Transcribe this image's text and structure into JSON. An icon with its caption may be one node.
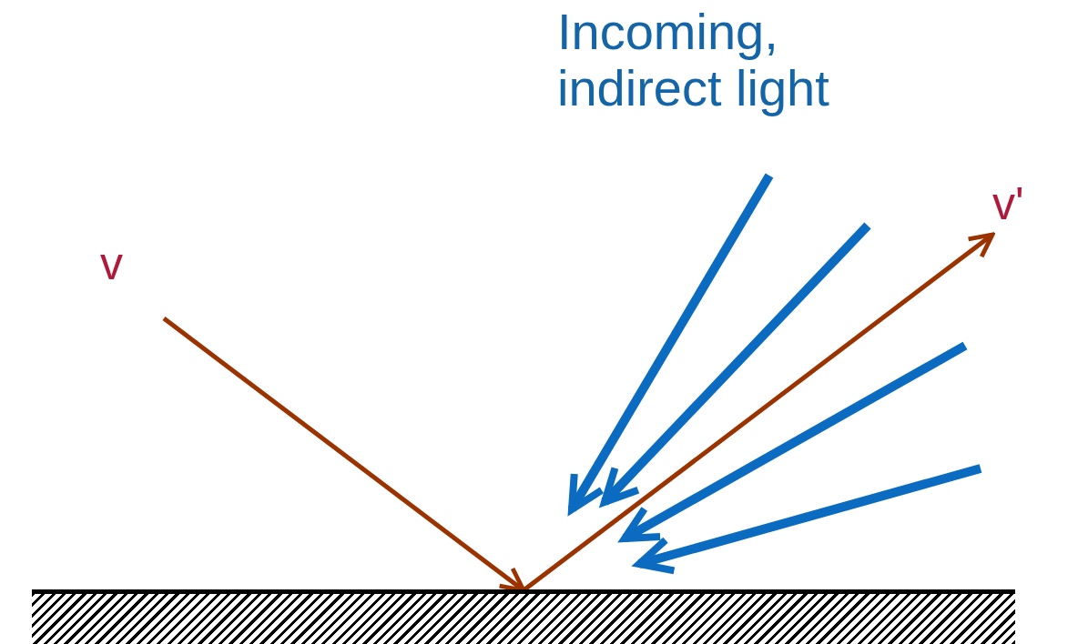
{
  "diagram": {
    "nodes": [
      {
        "text": [
          "v"
        ]
      },
      {
        "text": [
          "v'"
        ]
      },
      {
        "text": [],
        "shape": "bar"
      }
    ],
    "edges": [
      {
        "from": 0,
        "to": 2,
        "arrow": "to"
      },
      {
        "from": 2,
        "to": 1,
        "arrow": "to"
      }
    ],
    "labels": [
      "Incoming, indirect light"
    ]
  }
}
